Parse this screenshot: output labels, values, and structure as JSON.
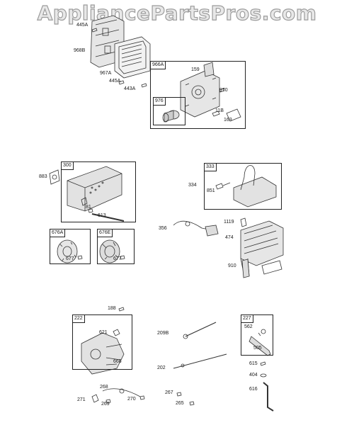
{
  "watermark": "AppliancePartsPros.com",
  "boxes": {
    "b966A": "966A",
    "b976": "976",
    "b300": "300",
    "b333": "333",
    "b676A": "676A",
    "b676E": "676E",
    "b222": "222",
    "b227": "227"
  },
  "parts": {
    "p445A": "445A",
    "p968B": "968B",
    "p967A": "967A",
    "p445Ab": "445A",
    "p443A": "443A",
    "p159": "159",
    "p970": "970",
    "p11B": "11B",
    "p163": "163",
    "p883": "883",
    "p81": "81",
    "p613": "613",
    "p334": "334",
    "p851": "851",
    "p677a": "677",
    "p677b": "677",
    "p356": "356",
    "p1119": "1119",
    "p474": "474",
    "p910": "910",
    "p188": "188",
    "p621": "621",
    "p668": "668",
    "p209B": "209B",
    "p202": "202",
    "p562": "562",
    "p505": "505",
    "p615": "615",
    "p404": "404",
    "p616": "616",
    "p268": "268",
    "p271": "271",
    "p269": "269",
    "p270": "270",
    "p267": "267",
    "p265": "265"
  }
}
